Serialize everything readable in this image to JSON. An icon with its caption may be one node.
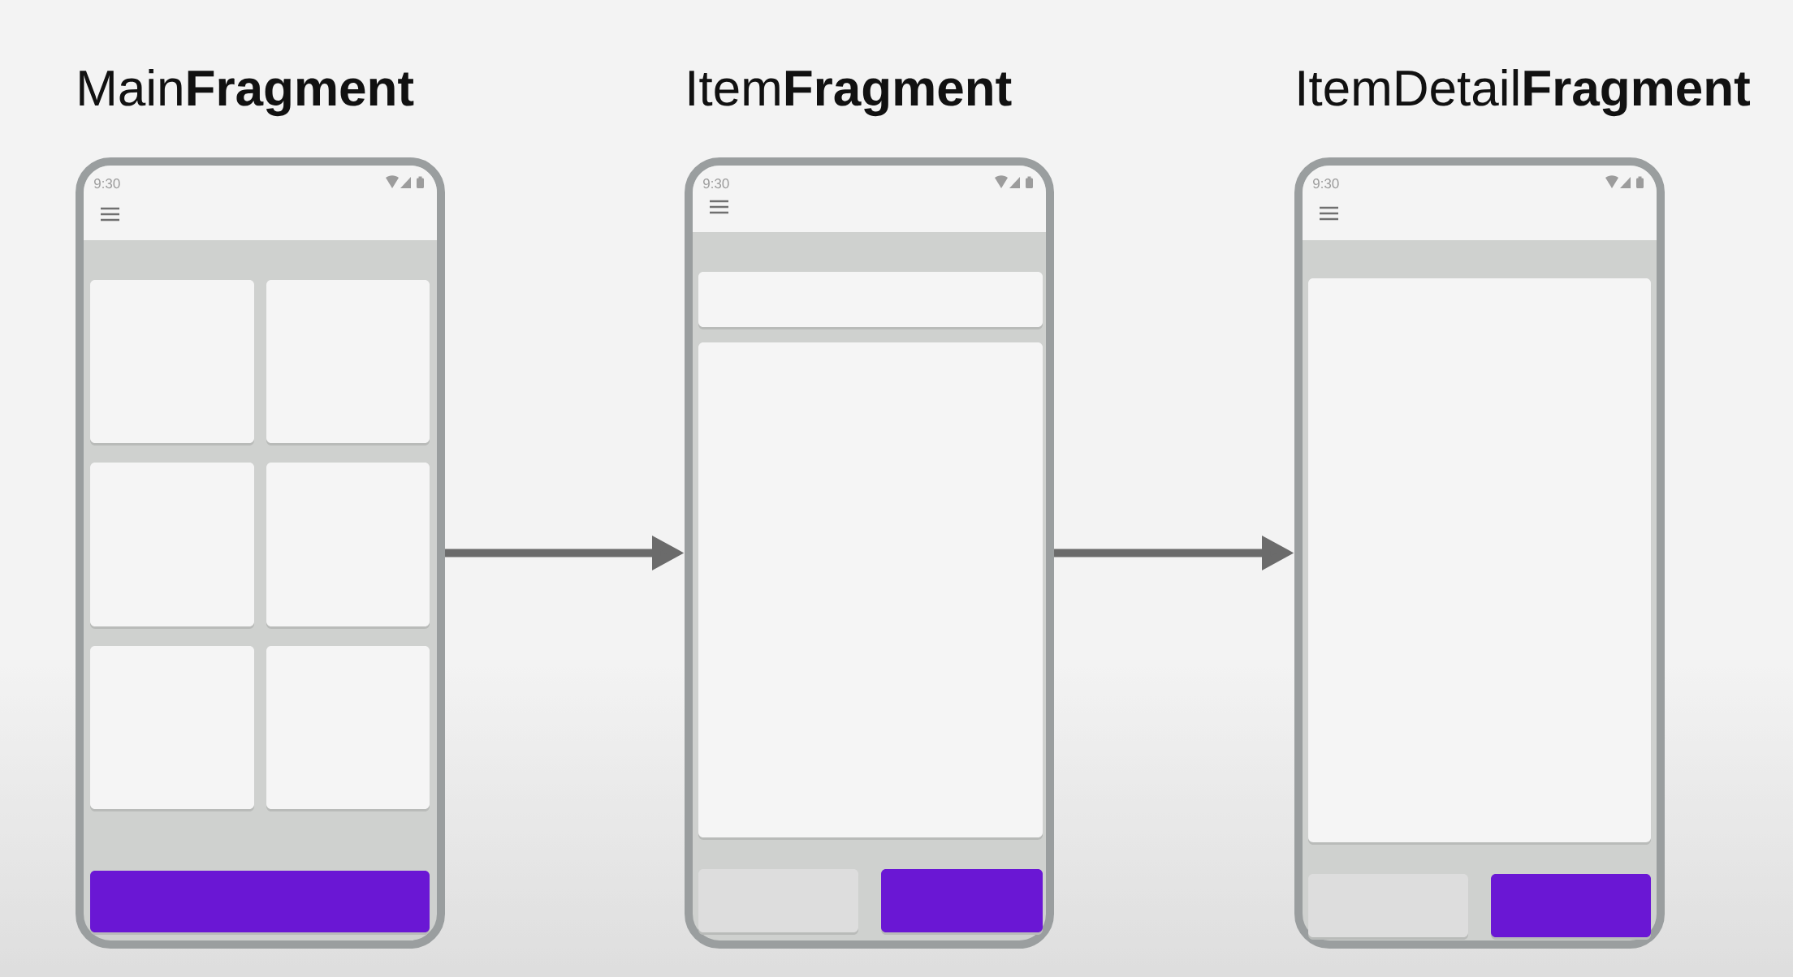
{
  "diagram": {
    "nodes": [
      {
        "text": [
          "Main**Fragment**",
          "9:30"
        ]
      },
      {
        "text": [
          "Item**Fragment**",
          "9:30"
        ]
      },
      {
        "text": [
          "ItemDetail**Fragment**",
          "9:30"
        ]
      }
    ],
    "edges": [
      {
        "from": 0,
        "to": 1,
        "arrow": "to"
      },
      {
        "from": 1,
        "to": 2,
        "arrow": "to"
      }
    ]
  }
}
